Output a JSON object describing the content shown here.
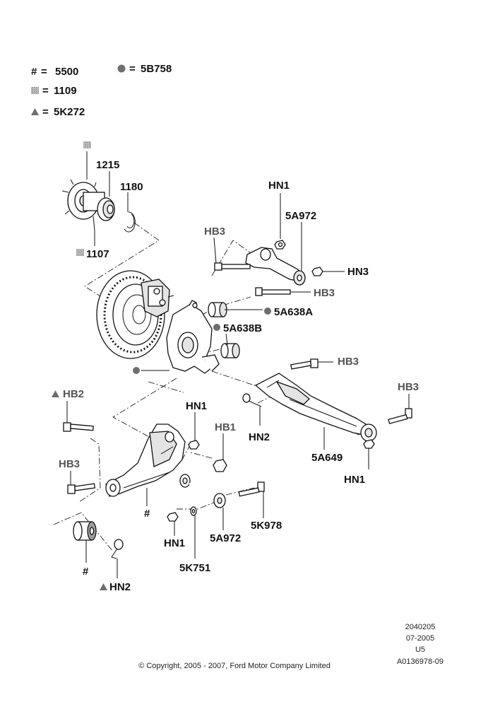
{
  "legend": {
    "hash_symbol": "#",
    "hash_eq": "=",
    "hash_value": "5500",
    "dot_eq": "=",
    "dot_value": "5B758",
    "square_eq": "=",
    "square_value": "1109",
    "triangle_eq": "=",
    "triangle_value": "5K272"
  },
  "labels": {
    "p1215": "1215",
    "p1180": "1180",
    "p1107": "1107",
    "hn1_top": "HN1",
    "p5a972_top": "5A972",
    "hb3_top_left": "HB3",
    "hn3": "HN3",
    "hb3_mid": "HB3",
    "p5a638a": "5A638A",
    "p5a638b": "5A638B",
    "hb3_right1": "HB3",
    "hb3_right2": "HB3",
    "hb2": "HB2",
    "hn1_mid": "HN1",
    "hb1": "HB1",
    "hn2_mid": "HN2",
    "p5a649": "5A649",
    "hn1_right": "HN1",
    "hb3_left": "HB3",
    "hash_arm": "#",
    "p5k978": "5K978",
    "hn1_bottom": "HN1",
    "p5a972_bottom": "5A972",
    "p5k751": "5K751",
    "hash_bush": "#",
    "hn2_bottom": "HN2"
  },
  "footer": {
    "code1": "2040205",
    "date": "07-2005",
    "rev": "U5",
    "ref": "A0136978-09",
    "copyright": "© Copyright, 2005 - 2007, Ford Motor Company Limited"
  }
}
